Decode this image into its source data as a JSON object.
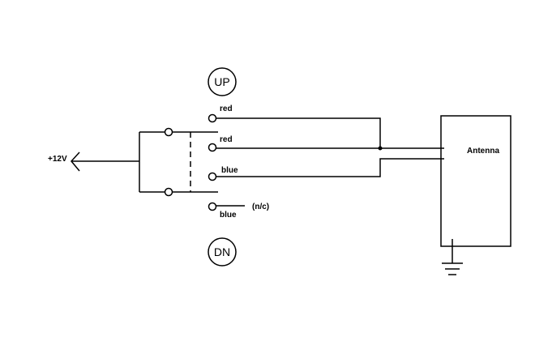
{
  "diagram": {
    "supply_label": "+12V",
    "switch": {
      "up_label": "UP",
      "down_label": "DN"
    },
    "wires": {
      "up_contact_label": "red",
      "red_label": "red",
      "blue_label": "blue",
      "bottom_contact_label": "blue",
      "nc_label": "(n/c)"
    },
    "antenna_label": "Antenna",
    "colors": {
      "line": "#000000",
      "background": "#ffffff"
    }
  }
}
